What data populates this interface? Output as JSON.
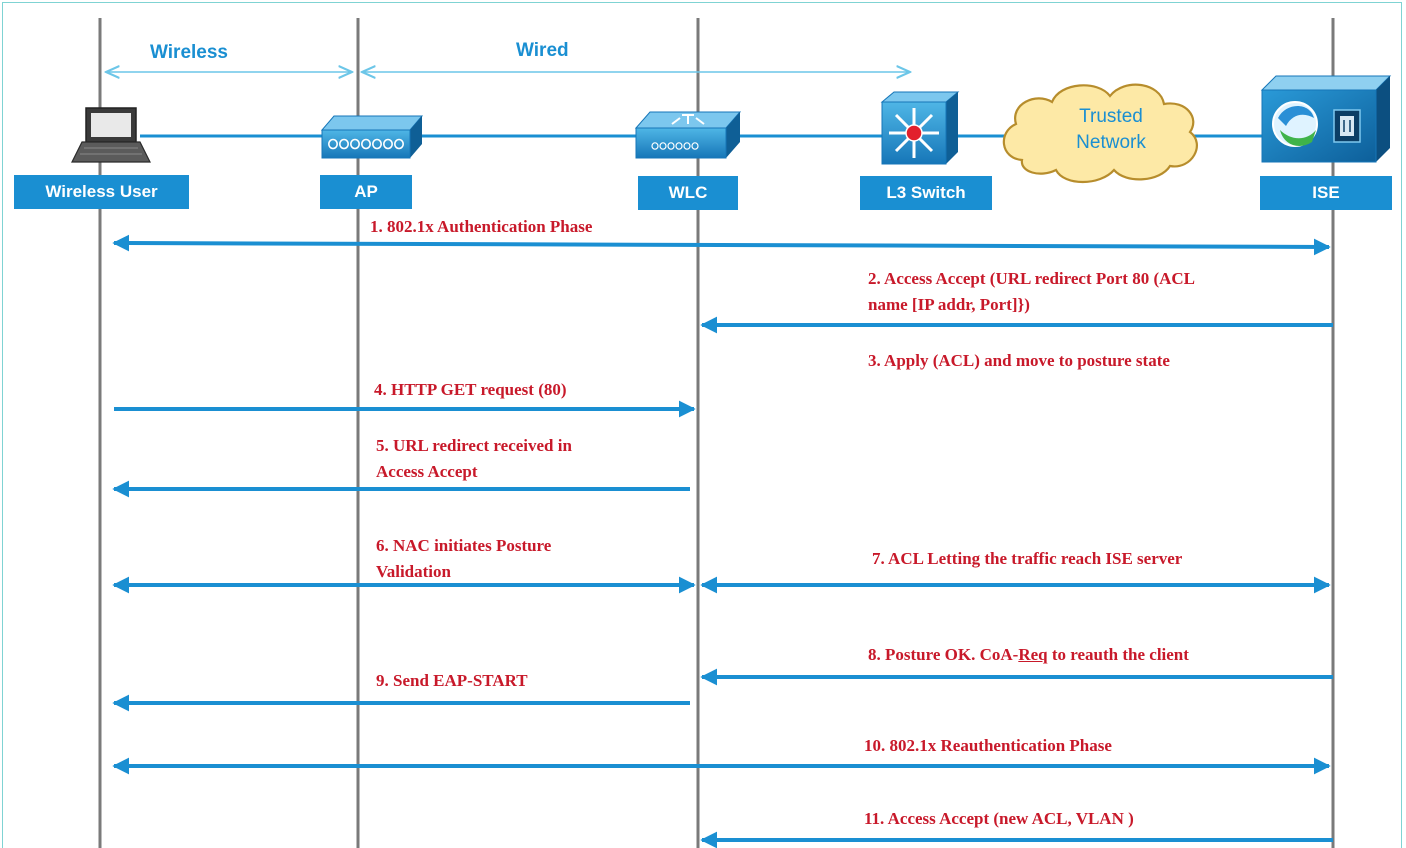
{
  "segments": {
    "wireless": "Wireless",
    "wired": "Wired"
  },
  "cloud": {
    "line1": "Trusted",
    "line2": "Network"
  },
  "devices": [
    "Wireless User",
    "AP",
    "WLC",
    "L3 Switch",
    "ISE"
  ],
  "messages": {
    "m1": "1. 802.1x Authentication Phase",
    "m2_line1": "2. Access Accept (URL redirect Port 80 (ACL",
    "m2_line2": "name [IP addr, Port]})",
    "m3": "3. Apply (ACL) and move to posture state",
    "m4": "4. HTTP GET request (80)",
    "m5_line1": "5. URL redirect received in",
    "m5_line2": "Access Accept",
    "m6_line1": "6. NAC initiates Posture",
    "m6_line2": "Validation",
    "m7": "7. ACL Letting the traffic reach ISE server",
    "m8_pre": "8. Posture OK.  CoA-",
    "m8_underlined": "Req",
    "m8_post": " to reauth the client",
    "m9": "9. Send EAP-START",
    "m10": "10. 802.1x Reauthentication Phase",
    "m11": "11. Access Accept (new ACL, VLAN )"
  },
  "icons": [
    "laptop-icon",
    "access-point-icon",
    "wlc-icon",
    "l3-switch-icon",
    "trusted-network-cloud",
    "ise-server-icon"
  ],
  "colors": {
    "arrow": "#1a8fd2",
    "label_bg": "#1a8fd2",
    "message_text": "#c8192a",
    "segment_text": "#1a8fd2",
    "lifeline": "#7a7a7a",
    "cloud_fill": "#fde9a6"
  }
}
